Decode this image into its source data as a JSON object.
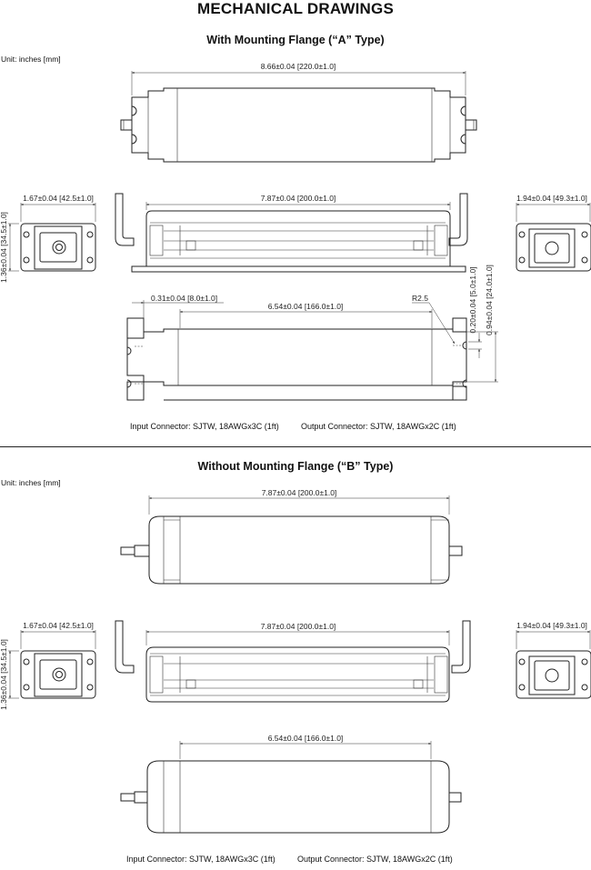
{
  "header": {
    "title": "MECHANICAL DRAWINGS"
  },
  "section_a": {
    "title": "With Mounting Flange (“A” Type)",
    "unit": "Unit: inches [mm]",
    "dims": {
      "overall_length": "8.66±0.04 [220.0±1.0]",
      "body_length": "7.87±0.04 [200.0±1.0]",
      "input_end_width": "1.67±0.04 [42.5±1.0]",
      "output_end_width": "1.94±0.04 [49.3±1.0]",
      "height": "1.36±0.04 [34.5±1.0]",
      "flange_offset": "0.31±0.04 [8.0±1.0]",
      "hole_spacing": "6.54±0.04 [166.0±1.0]",
      "radius": "R2.5",
      "flange_thickness": "0.20±0.04 [5.0±1.0]",
      "flange_width": "0.94±0.04 [24.0±1.0]"
    },
    "input_connector": "Input Connector: SJTW, 18AWGx3C (1ft)",
    "output_connector": "Output Connector: SJTW, 18AWGx2C (1ft)"
  },
  "section_b": {
    "title": "Without Mounting Flange (“B” Type)",
    "unit": "Unit: inches [mm]",
    "dims": {
      "body_length_top": "7.87±0.04 [200.0±1.0]",
      "body_length": "7.87±0.04 [200.0±1.0]",
      "input_end_width": "1.67±0.04 [42.5±1.0]",
      "output_end_width": "1.94±0.04 [49.3±1.0]",
      "height": "1.36±0.04 [34.5±1.0]",
      "inner_length": "6.54±0.04 [166.0±1.0]"
    },
    "input_connector": "Input Connector: SJTW, 18AWGx3C (1ft)",
    "output_connector": "Output Connector: SJTW, 18AWGx2C (1ft)"
  }
}
